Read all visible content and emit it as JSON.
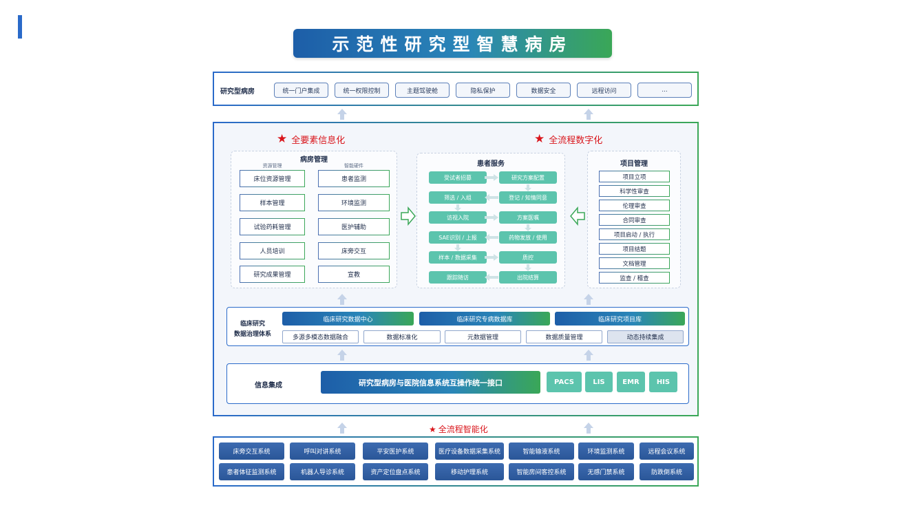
{
  "title": "示范性研究型智慧病房",
  "top_row": {
    "label": "研究型病房",
    "items": [
      "统一门户集成",
      "统一权限控制",
      "主题驾驶舱",
      "隐私保护",
      "数据安全",
      "远程访问",
      "..."
    ]
  },
  "headings": {
    "left": "全要素信息化",
    "right": "全流程数字化",
    "bottom": "全流程智能化",
    "star": "★"
  },
  "ward": {
    "title": "病房管理",
    "col1_title": "资源管理",
    "col2_title": "智能硬件",
    "col1": [
      "床位资源管理",
      "样本管理",
      "试验药耗管理",
      "人员培训",
      "研究成果管理"
    ],
    "col2": [
      "患者监测",
      "环境监测",
      "医护辅助",
      "床旁交互",
      "宣教"
    ]
  },
  "patient": {
    "title": "患者服务",
    "left": [
      "受试者招募",
      "筛选 / 入组",
      "访视入院",
      "SAE识别 / 上报",
      "样本 / 数据采集",
      "跟踪随访"
    ],
    "right": [
      "研究方案配置",
      "登记 / 知情同意",
      "方案医嘱",
      "药物发放 / 使用",
      "质控",
      "出院结算"
    ]
  },
  "project": {
    "title": "项目管理",
    "items": [
      "项目立项",
      "科学性审查",
      "伦理审查",
      "合同审查",
      "项目启动 / 执行",
      "项目结题",
      "文档管理",
      "监查 / 稽查"
    ]
  },
  "governance": {
    "label_line1": "临床研究",
    "label_line2": "数据治理体系",
    "top": [
      "临床研究数据中心",
      "临床研究专病数据库",
      "临床研究项目库"
    ],
    "bottom": [
      "多源多模态数据融合",
      "数据标准化",
      "元数据管理",
      "数据质量管理",
      "动态持续集成"
    ]
  },
  "integration": {
    "label": "信息集成",
    "main": "研究型病房与医院信息系统互操作统一接口",
    "systems": [
      "PACS",
      "LIS",
      "EMR",
      "HIS"
    ]
  },
  "hardware": {
    "row1": [
      "床旁交互系统",
      "呼叫对讲系统",
      "平安医护系统",
      "医疗设备数据采集系统",
      "智能输液系统",
      "环境监测系统",
      "远程会议系统"
    ],
    "row2": [
      "患者体征监测系统",
      "机器人导诊系统",
      "资产定位盘点系统",
      "移动护理系统",
      "智能房间客控系统",
      "无感门禁系统",
      "防跌倒系统"
    ]
  },
  "colors": {
    "blue": "#2a6ac9",
    "green": "#3aa757",
    "teal": "#5cc4ad",
    "red": "#d9151b"
  }
}
